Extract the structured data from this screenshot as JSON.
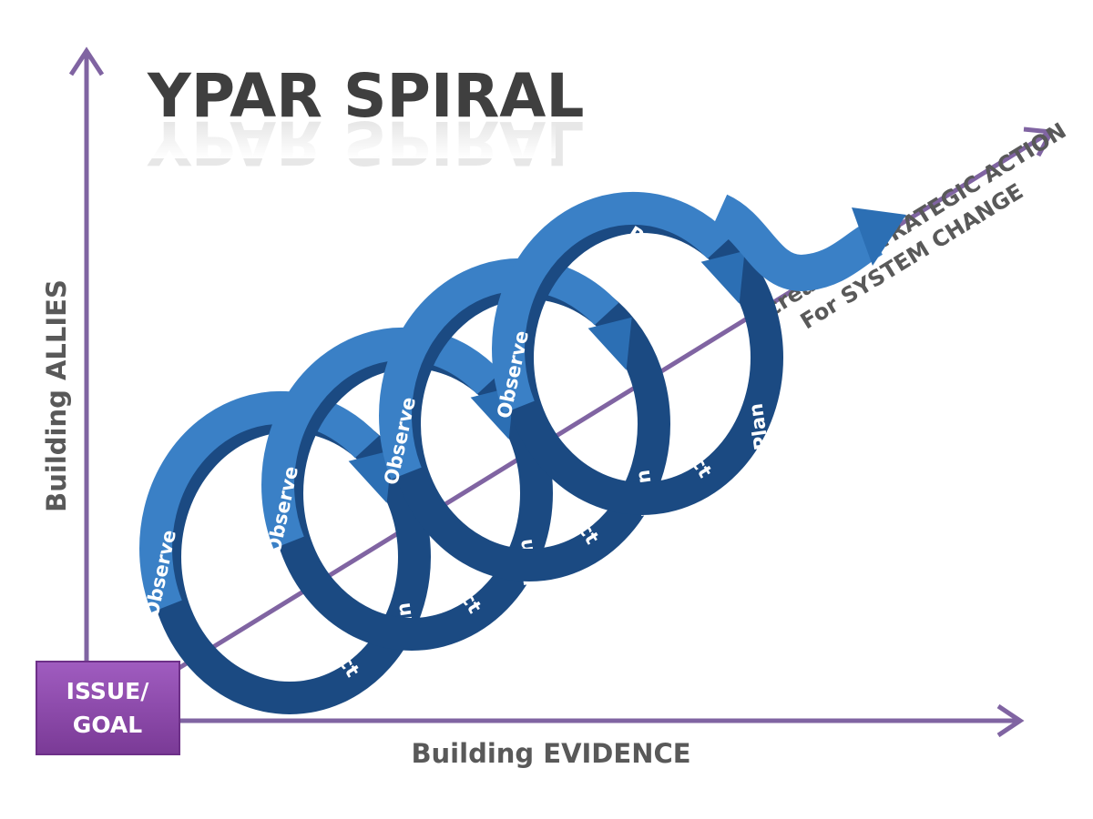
{
  "title": "YPAR SPIRAL",
  "y_axis_label": "Building ALLIES",
  "x_axis_label": "Building EVIDENCE",
  "start_box": {
    "line1": "ISSUE/",
    "line2": "GOAL"
  },
  "diagonal_label": {
    "line1": "Increasing STRATEGIC ACTION",
    "line2": "For SYSTEM CHANGE"
  },
  "cycle_steps": {
    "observe": "Observe",
    "reflect": "Reflect",
    "plan": "Plan",
    "act": "Act"
  },
  "colors": {
    "axis": "#8064a2",
    "box": "#8e4fa8",
    "spiral": "#2e75b6",
    "spiral_dark": "#1f4f8a",
    "text": "#595959"
  }
}
